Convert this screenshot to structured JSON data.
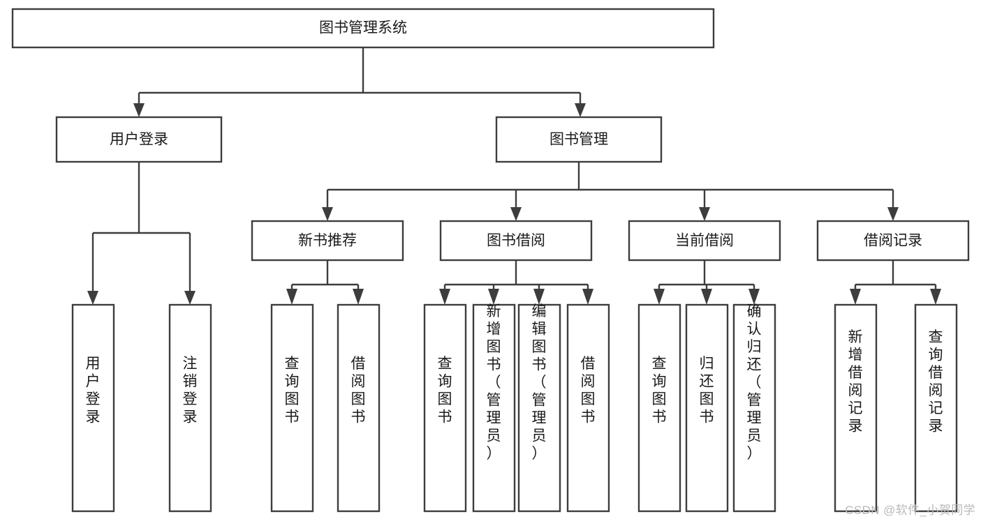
{
  "diagram": {
    "title": "图书管理系统",
    "type": "tree-hierarchy-diagram",
    "colors": {
      "box_stroke": "#3d3d3d",
      "box_fill": "#ffffff",
      "text": "#1a1a1a",
      "background": "#ffffff",
      "watermark": "#b9b9b9"
    },
    "root": {
      "label": "图书管理系统"
    },
    "level2": [
      {
        "label": "用户登录"
      },
      {
        "label": "图书管理"
      }
    ],
    "level3": [
      {
        "label": "新书推荐"
      },
      {
        "label": "图书借阅"
      },
      {
        "label": "当前借阅"
      },
      {
        "label": "借阅记录"
      }
    ],
    "leaves": {
      "user_login": [
        {
          "label": "用户登录"
        },
        {
          "label": "注销登录"
        }
      ],
      "new_book_recommend": [
        {
          "label": "查询图书"
        },
        {
          "label": "借阅图书"
        }
      ],
      "book_borrow": [
        {
          "label": "查询图书"
        },
        {
          "label": "新增图书（管理员）"
        },
        {
          "label": "编辑图书（管理员）"
        },
        {
          "label": "借阅图书"
        }
      ],
      "current_borrow": [
        {
          "label": "查询图书"
        },
        {
          "label": "归还图书"
        },
        {
          "label": "确认归还（管理员）"
        }
      ],
      "borrow_record": [
        {
          "label": "新增借阅记录"
        },
        {
          "label": "查询借阅记录"
        }
      ]
    }
  },
  "watermark": {
    "text": "CSDN @软件_小贺同学"
  }
}
